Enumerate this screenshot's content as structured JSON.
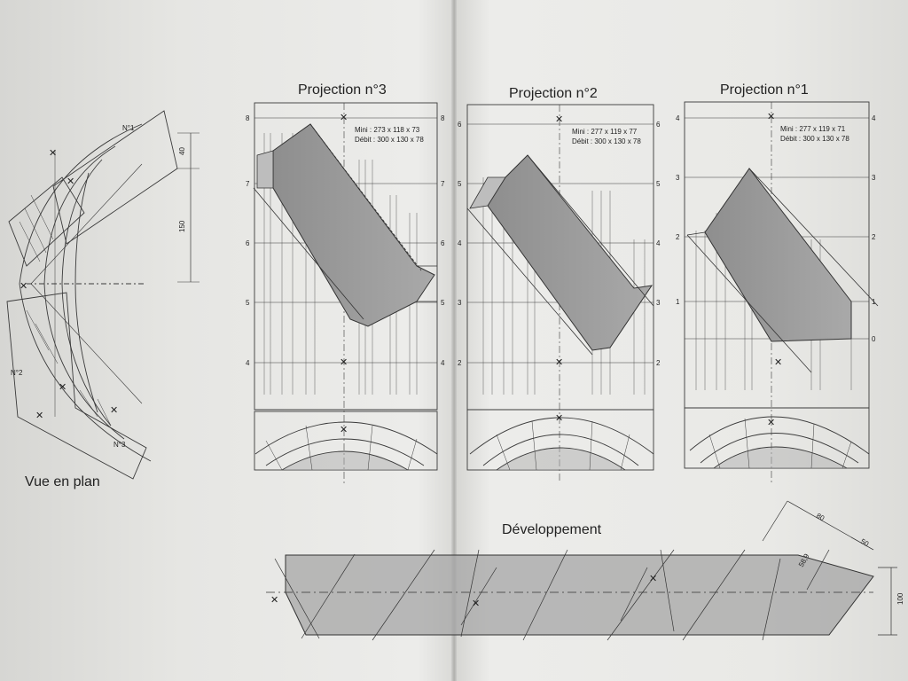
{
  "titles": {
    "projection_3": "Projection n°3",
    "projection_2": "Projection n°2",
    "projection_1": "Projection n°1",
    "vue_en_plan": "Vue en plan",
    "developpement": "Développement"
  },
  "notes": {
    "p3_mini": "Mini : 273 x 118 x 73",
    "p3_debit": "Débit : 300 x 130 x 78",
    "p2_mini": "Mini : 277 x 119 x 77",
    "p2_debit": "Débit : 300 x 130 x 78",
    "p1_mini": "Mini : 277 x 119 x 71",
    "p1_debit": "Débit : 300 x 130 x 78"
  },
  "plan_labels": {
    "n1": "N°1",
    "n2": "N°2",
    "n3": "N°3",
    "dim_40": "40",
    "dim_150": "150"
  },
  "dev_dims": {
    "d80": "80",
    "d50": "50",
    "d58": "58,9",
    "d100": "100"
  },
  "level_labels_p3": [
    "8",
    "7",
    "6",
    "5",
    "4"
  ],
  "level_labels_p2": [
    "6",
    "5",
    "4",
    "3",
    "2"
  ],
  "level_labels_p1": [
    "4",
    "3",
    "2",
    "1",
    "0"
  ],
  "colors": {
    "page": "#ececea",
    "line": "#3a3a3a",
    "fill": "#9c9c9c",
    "band": "#a8a8a8"
  }
}
